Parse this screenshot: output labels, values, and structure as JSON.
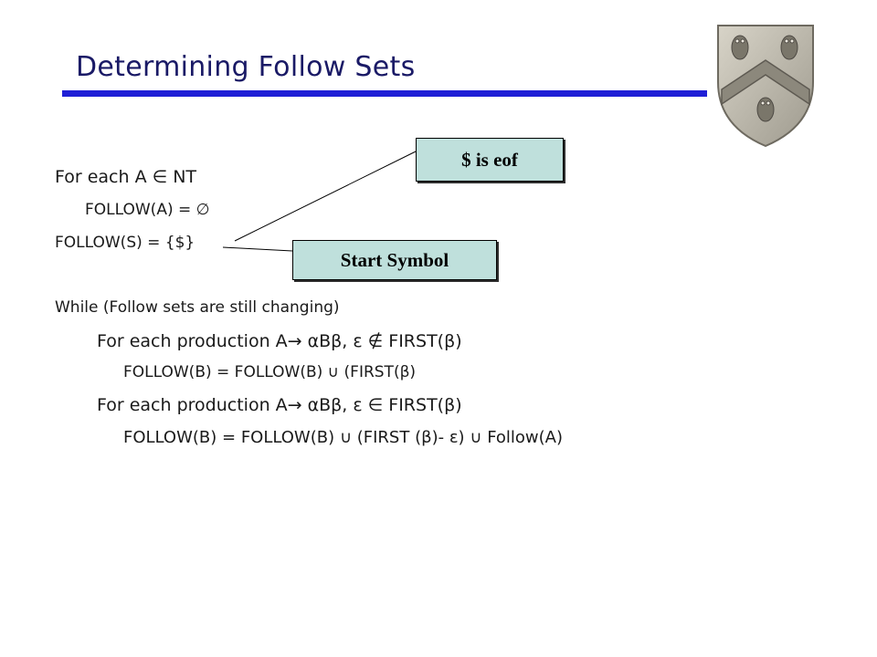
{
  "title": "Determining Follow Sets",
  "colors": {
    "title": "#1a1a66",
    "rule": "#1f1fd6",
    "callout_fill": "#bfe0dc"
  },
  "icons": {
    "crest": "shield-crest-icon"
  },
  "callouts": {
    "eof": "$ is eof",
    "start": "Start Symbol"
  },
  "body": {
    "lines": [
      "For each A ∈ NT",
      "FOLLOW(A) = ∅",
      "FOLLOW(S) = {$}",
      "While (Follow sets are still changing)",
      "For each production A→ αBβ, ε ∉ FIRST(β)",
      "FOLLOW(B) = FOLLOW(B) ∪ (FIRST(β)",
      "For each production A→ αBβ, ε ∈ FIRST(β)",
      "FOLLOW(B) = FOLLOW(B) ∪ (FIRST (β)- ε) ∪ Follow(A)"
    ]
  }
}
